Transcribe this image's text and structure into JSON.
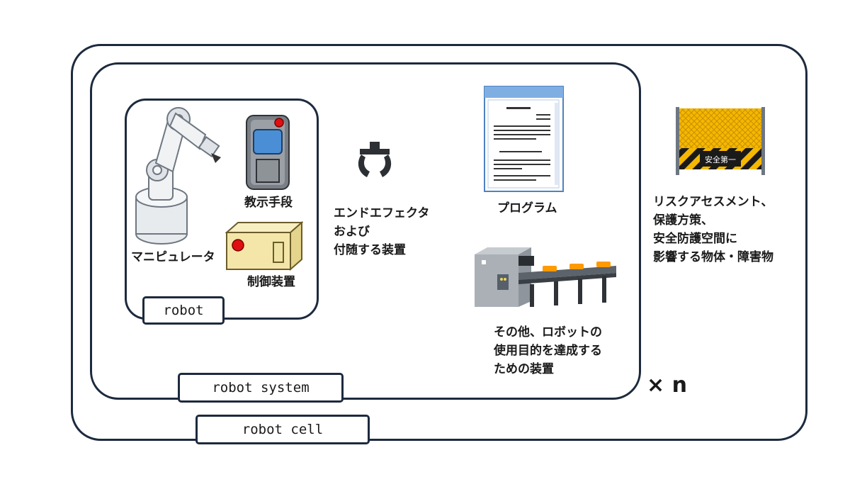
{
  "frames": {
    "cell_tag": "robot cell",
    "system_tag": "robot system",
    "robot_tag": "robot"
  },
  "labels": {
    "manipulator": "マニピュレータ",
    "teach_pendant": "教示手段",
    "controller": "制御装置",
    "end_effector": [
      "エンドエフェクタ",
      "および",
      "付随する装置"
    ],
    "program": "プログラム",
    "other_equipment": [
      "その他、ロボットの",
      "使用目的を達成する",
      "ための装置"
    ],
    "safeguard": [
      "リスクアセスメント、",
      "保護方策、",
      "安全防護空間に",
      "影響する物体・障害物"
    ],
    "fence_sign": "安全第一"
  },
  "multiplier": "× n",
  "colors": {
    "frame_border": "#1d2a3e",
    "accent_red": "#e01010",
    "screen_blue": "#4a8fd6",
    "fence_yellow": "#f5b800"
  },
  "icons": [
    "robot-arm-icon",
    "teach-pendant-icon",
    "controller-box-icon",
    "gripper-icon",
    "document-icon",
    "conveyor-icon",
    "safety-fence-icon"
  ]
}
